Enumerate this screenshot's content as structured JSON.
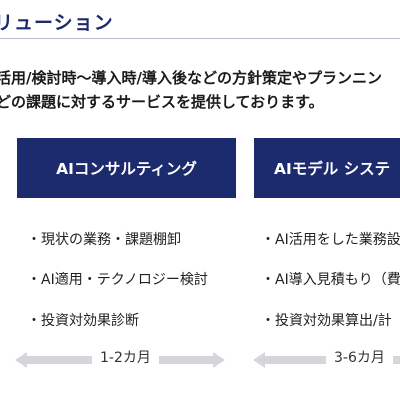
{
  "section": {
    "title": "リューション"
  },
  "intro": {
    "line1": "活用/検討時〜導入時/導入後などの方針策定やプランニン",
    "line2": "どの課題に対するサービスを提供しております。"
  },
  "services": [
    {
      "label": "AIコンサルティング",
      "items": [
        "・現状の業務・課題棚卸",
        "・AI適用・テクノロジー検討",
        "・投資対効果診断"
      ],
      "duration": "1-2カ月"
    },
    {
      "label": "AIモデル システ",
      "items": [
        "・AI活用をした業務設",
        "・AI導入見積もり（費",
        "・投資対効果算出/計"
      ],
      "duration": "3-6カ月"
    }
  ],
  "colors": {
    "brand_navy": "#1c2a6e",
    "arrow_gray": "#d4d6da"
  },
  "icons": {
    "duration_arrow": "double-headed-arrow-icon"
  }
}
